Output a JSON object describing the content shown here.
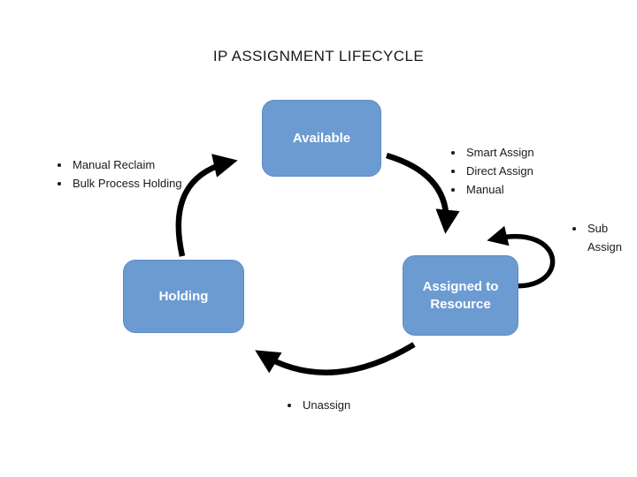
{
  "title": "IP ASSIGNMENT LIFECYCLE",
  "colors": {
    "node_fill": "#6c9bd2",
    "node_border": "#5d8cc3",
    "node_text": "#ffffff",
    "arrow": "#000000",
    "background": "#ffffff"
  },
  "nodes": {
    "available": {
      "label": "Available"
    },
    "assigned": {
      "label": "Assigned to Resource"
    },
    "holding": {
      "label": "Holding"
    }
  },
  "annotations": {
    "assign_methods": {
      "items": [
        "Smart Assign",
        "Direct Assign",
        "Manual"
      ]
    },
    "sub_assign": {
      "items": [
        "Sub Assign"
      ]
    },
    "unassign": {
      "items": [
        "Unassign"
      ]
    },
    "reclaim": {
      "items": [
        "Manual Reclaim",
        "Bulk Process Holding"
      ]
    }
  }
}
